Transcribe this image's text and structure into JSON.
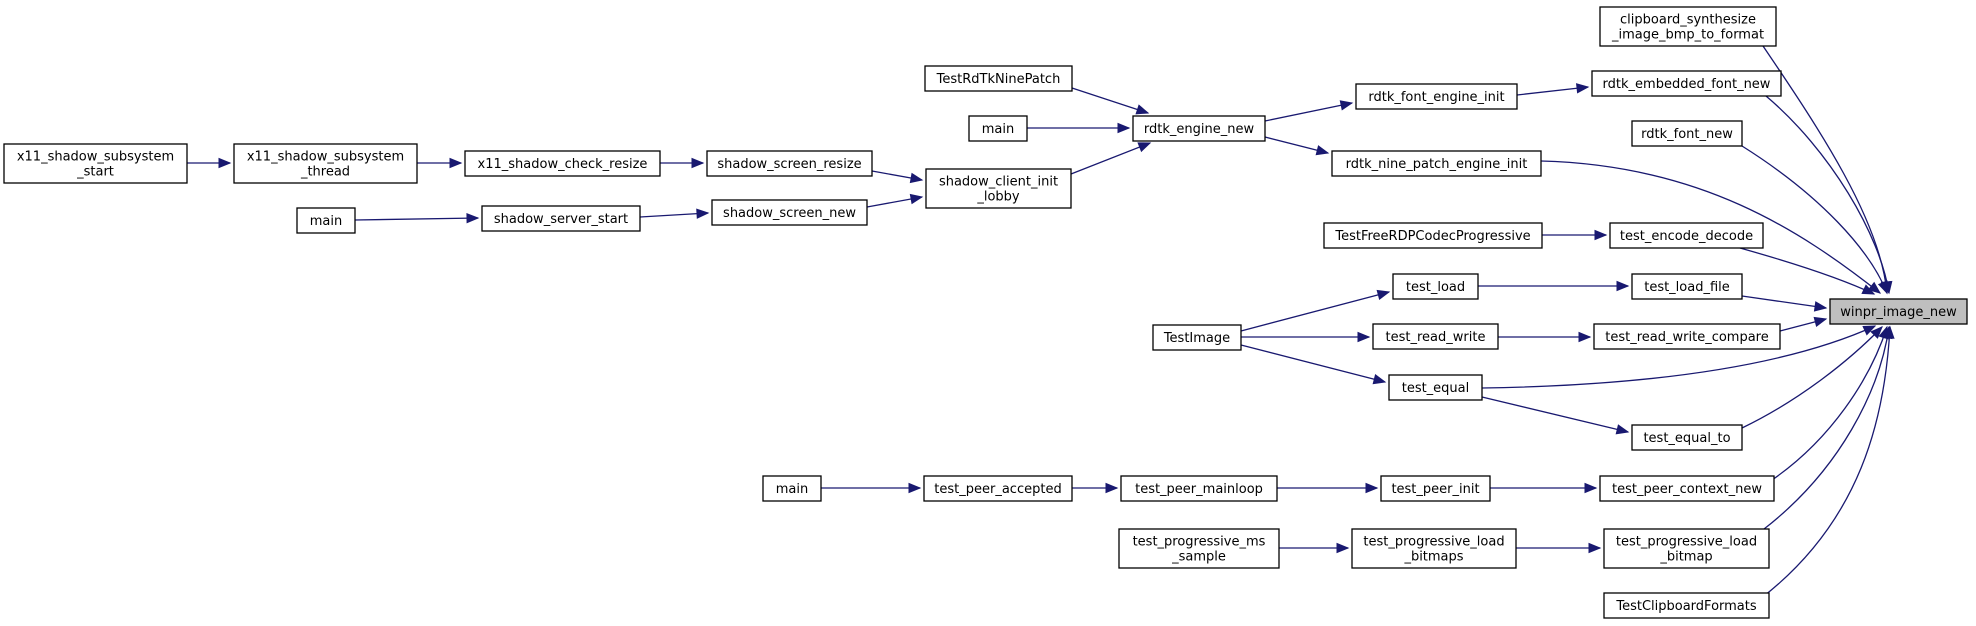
{
  "graph": {
    "root": "winpr_image_new",
    "nodes": [
      {
        "id": "winpr_image_new",
        "lines": [
          "winpr_image_new"
        ],
        "root": true
      },
      {
        "id": "clipboard_synthesize_image_bmp_to_format",
        "lines": [
          "clipboard_synthesize",
          "_image_bmp_to_format"
        ]
      },
      {
        "id": "rdtk_embedded_font_new",
        "lines": [
          "rdtk_embedded_font_new"
        ]
      },
      {
        "id": "rdtk_font_new",
        "lines": [
          "rdtk_font_new"
        ]
      },
      {
        "id": "rdtk_nine_patch_engine_init",
        "lines": [
          "rdtk_nine_patch_engine_init"
        ]
      },
      {
        "id": "test_encode_decode",
        "lines": [
          "test_encode_decode"
        ]
      },
      {
        "id": "test_load_file",
        "lines": [
          "test_load_file"
        ]
      },
      {
        "id": "test_read_write_compare",
        "lines": [
          "test_read_write_compare"
        ]
      },
      {
        "id": "test_equal",
        "lines": [
          "test_equal"
        ]
      },
      {
        "id": "test_equal_to",
        "lines": [
          "test_equal_to"
        ]
      },
      {
        "id": "test_peer_context_new",
        "lines": [
          "test_peer_context_new"
        ]
      },
      {
        "id": "test_progressive_load_bitmap",
        "lines": [
          "test_progressive_load",
          "_bitmap"
        ]
      },
      {
        "id": "TestClipboardFormats",
        "lines": [
          "TestClipboardFormats"
        ]
      },
      {
        "id": "rdtk_font_engine_init",
        "lines": [
          "rdtk_font_engine_init"
        ]
      },
      {
        "id": "rdtk_engine_new",
        "lines": [
          "rdtk_engine_new"
        ]
      },
      {
        "id": "TestRdTkNinePatch",
        "lines": [
          "TestRdTkNinePatch"
        ]
      },
      {
        "id": "main_rdtk",
        "lines": [
          "main"
        ]
      },
      {
        "id": "shadow_client_init_lobby",
        "lines": [
          "shadow_client_init",
          "_lobby"
        ]
      },
      {
        "id": "shadow_screen_resize",
        "lines": [
          "shadow_screen_resize"
        ]
      },
      {
        "id": "shadow_screen_new",
        "lines": [
          "shadow_screen_new"
        ]
      },
      {
        "id": "x11_shadow_check_resize",
        "lines": [
          "x11_shadow_check_resize"
        ]
      },
      {
        "id": "x11_shadow_subsystem_thread",
        "lines": [
          "x11_shadow_subsystem",
          "_thread"
        ]
      },
      {
        "id": "x11_shadow_subsystem_start",
        "lines": [
          "x11_shadow_subsystem",
          "_start"
        ]
      },
      {
        "id": "shadow_server_start",
        "lines": [
          "shadow_server_start"
        ]
      },
      {
        "id": "main_shadow",
        "lines": [
          "main"
        ]
      },
      {
        "id": "TestFreeRDPCodecProgressive",
        "lines": [
          "TestFreeRDPCodecProgressive"
        ]
      },
      {
        "id": "test_load",
        "lines": [
          "test_load"
        ]
      },
      {
        "id": "test_read_write",
        "lines": [
          "test_read_write"
        ]
      },
      {
        "id": "TestImage",
        "lines": [
          "TestImage"
        ]
      },
      {
        "id": "test_peer_init",
        "lines": [
          "test_peer_init"
        ]
      },
      {
        "id": "test_peer_mainloop",
        "lines": [
          "test_peer_mainloop"
        ]
      },
      {
        "id": "test_peer_accepted",
        "lines": [
          "test_peer_accepted"
        ]
      },
      {
        "id": "main_peer",
        "lines": [
          "main"
        ]
      },
      {
        "id": "test_progressive_load_bitmaps",
        "lines": [
          "test_progressive_load",
          "_bitmaps"
        ]
      },
      {
        "id": "test_progressive_ms_sample",
        "lines": [
          "test_progressive_ms",
          "_sample"
        ]
      }
    ],
    "edges": [
      [
        "clipboard_synthesize_image_bmp_to_format",
        "winpr_image_new"
      ],
      [
        "rdtk_embedded_font_new",
        "winpr_image_new"
      ],
      [
        "rdtk_font_new",
        "winpr_image_new"
      ],
      [
        "rdtk_nine_patch_engine_init",
        "winpr_image_new"
      ],
      [
        "test_encode_decode",
        "winpr_image_new"
      ],
      [
        "test_load_file",
        "winpr_image_new"
      ],
      [
        "test_read_write_compare",
        "winpr_image_new"
      ],
      [
        "test_equal",
        "winpr_image_new"
      ],
      [
        "test_equal_to",
        "winpr_image_new"
      ],
      [
        "test_peer_context_new",
        "winpr_image_new"
      ],
      [
        "test_progressive_load_bitmap",
        "winpr_image_new"
      ],
      [
        "TestClipboardFormats",
        "winpr_image_new"
      ],
      [
        "rdtk_font_engine_init",
        "rdtk_embedded_font_new"
      ],
      [
        "rdtk_engine_new",
        "rdtk_font_engine_init"
      ],
      [
        "rdtk_engine_new",
        "rdtk_nine_patch_engine_init"
      ],
      [
        "TestRdTkNinePatch",
        "rdtk_engine_new"
      ],
      [
        "main_rdtk",
        "rdtk_engine_new"
      ],
      [
        "shadow_client_init_lobby",
        "rdtk_engine_new"
      ],
      [
        "shadow_screen_resize",
        "shadow_client_init_lobby"
      ],
      [
        "shadow_screen_new",
        "shadow_client_init_lobby"
      ],
      [
        "x11_shadow_check_resize",
        "shadow_screen_resize"
      ],
      [
        "x11_shadow_subsystem_thread",
        "x11_shadow_check_resize"
      ],
      [
        "x11_shadow_subsystem_start",
        "x11_shadow_subsystem_thread"
      ],
      [
        "shadow_server_start",
        "shadow_screen_new"
      ],
      [
        "main_shadow",
        "shadow_server_start"
      ],
      [
        "TestFreeRDPCodecProgressive",
        "test_encode_decode"
      ],
      [
        "test_load",
        "test_load_file"
      ],
      [
        "test_read_write",
        "test_read_write_compare"
      ],
      [
        "test_equal",
        "test_equal_to"
      ],
      [
        "TestImage",
        "test_load"
      ],
      [
        "TestImage",
        "test_read_write"
      ],
      [
        "TestImage",
        "test_equal"
      ],
      [
        "test_peer_init",
        "test_peer_context_new"
      ],
      [
        "test_peer_mainloop",
        "test_peer_init"
      ],
      [
        "test_peer_accepted",
        "test_peer_mainloop"
      ],
      [
        "main_peer",
        "test_peer_accepted"
      ],
      [
        "test_progressive_load_bitmaps",
        "test_progressive_load_bitmap"
      ],
      [
        "test_progressive_ms_sample",
        "test_progressive_load_bitmaps"
      ]
    ]
  },
  "colors": {
    "edge": "#191970",
    "node_border": "#000000",
    "node_fill": "#ffffff",
    "root_fill": "#bfbfbf"
  }
}
